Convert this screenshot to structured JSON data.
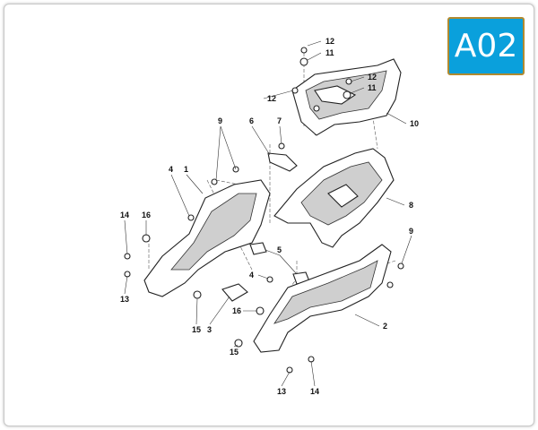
{
  "badge": {
    "text": "A02",
    "fill": "#0aa0dc",
    "border": "#b08a30"
  },
  "callouts": [
    "12",
    "11",
    "11",
    "12",
    "12",
    "10",
    "9",
    "6",
    "7",
    "4",
    "1",
    "14",
    "16",
    "8",
    "5",
    "4",
    "9",
    "13",
    "15",
    "3",
    "16",
    "2",
    "15",
    "13",
    "14"
  ]
}
